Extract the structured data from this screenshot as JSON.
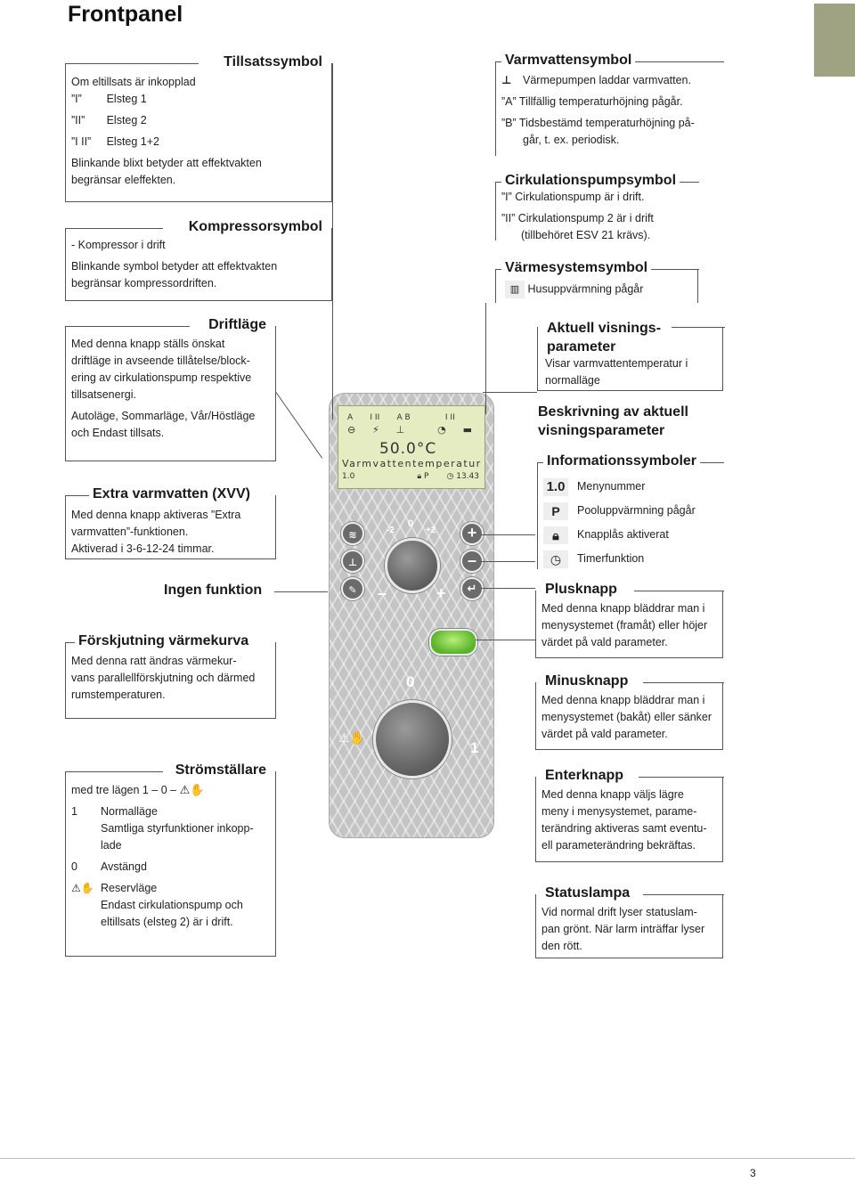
{
  "title": "Frontpanel",
  "page_number": "3",
  "tillsats": {
    "heading": "Tillsatssymbol",
    "lines": [
      "Om eltillsats är inkopplad",
      "”I”        Elsteg 1",
      "”II”       Elsteg 2",
      "”I II”     Elsteg 1+2",
      "Blinkande blixt betyder att effektvakten",
      "begränsar eleffekten."
    ]
  },
  "kompressor": {
    "heading": "Kompressorsymbol",
    "lines": [
      "- Kompressor i drift",
      "Blinkande symbol betyder att effektvakten",
      "begränsar kompressordriften."
    ]
  },
  "driftlage": {
    "heading": "Driftläge",
    "lines": [
      "Med denna knapp ställs önskat",
      "driftläge in avseende tillåtelse/block-",
      "ering av cirkulationspump respektive",
      "tillsatsenergi.",
      "Autoläge, Sommarläge, Vår/Höstläge",
      "och Endast tillsats."
    ]
  },
  "xvv": {
    "heading": "Extra varmvatten (XVV)",
    "lines": [
      "Med denna knapp aktiveras ”Extra",
      "varmvatten”-funktionen.",
      "Aktiverad i 3-6-12-24 timmar."
    ]
  },
  "ingen": {
    "heading": "Ingen funktion"
  },
  "forskjutning": {
    "heading": "Förskjutning värmekurva",
    "lines": [
      "Med denna ratt ändras värmekur-",
      "vans parallellförskjutning och därmed",
      "rumstemperaturen."
    ]
  },
  "stromstallare": {
    "heading": "Strömställare",
    "intro": "med tre lägen 1 – 0 –",
    "items": [
      {
        "key": "1",
        "text": "Normalläge"
      },
      {
        "key": "",
        "text": "Samtliga styrfunktioner inkopp-"
      },
      {
        "key": "",
        "text": "lade"
      },
      {
        "key": "0",
        "text": "Avstängd"
      },
      {
        "key": "",
        "text": "Reservläge"
      },
      {
        "key": "",
        "text": "Endast cirkulationspump och"
      },
      {
        "key": "",
        "text": "eltillsats (elsteg 2) är i drift."
      }
    ]
  },
  "varmvatten": {
    "heading": "Varmvattensymbol",
    "lines": [
      "Värmepumpen laddar varmvatten.",
      "”A” Tillfällig temperaturhöjning pågår.",
      "”B” Tidsbestämd temperaturhöjning på-",
      "går, t. ex. periodisk."
    ]
  },
  "cirkulation": {
    "heading": "Cirkulationspumpsymbol",
    "lines": [
      "”I” Cirkulationspump är i drift.",
      "”II” Cirkulationspump 2 är i drift",
      "(tillbehöret ESV 21 krävs)."
    ]
  },
  "varmesystem": {
    "heading": "Värmesystemsymbol",
    "line": "Husuppvärmning pågår"
  },
  "aktuell": {
    "heading1": "Aktuell visnings-",
    "heading2": "parameter",
    "lines": [
      "Visar varmvattentemperatur i",
      "normalläge"
    ]
  },
  "beskrivning": {
    "heading1": "Beskrivning av aktuell",
    "heading2": "visningsparameter"
  },
  "info": {
    "heading": "Informationssymboler",
    "items": [
      {
        "icon": "1.0",
        "text": "Menynummer"
      },
      {
        "icon": "P",
        "text": "Pooluppvärmning pågår"
      },
      {
        "icon": "lock",
        "text": "Knapplås aktiverat"
      },
      {
        "icon": "clock",
        "text": "Timerfunktion"
      }
    ]
  },
  "plus": {
    "heading": "Plusknapp",
    "lines": [
      "Med denna knapp bläddrar man i",
      "menysystemet (framåt) eller höjer",
      "värdet på vald parameter."
    ]
  },
  "minus": {
    "heading": "Minusknapp",
    "lines": [
      "Med denna knapp bläddrar man i",
      "menysystemet (bakåt) eller sänker",
      "värdet på vald parameter."
    ]
  },
  "enter": {
    "heading": "Enterknapp",
    "lines": [
      "Med denna knapp väljs lägre",
      "meny i menysystemet, parame-",
      "terändring aktiveras samt eventu-",
      "ell parameterändring bekräftas."
    ]
  },
  "status": {
    "heading": "Statuslampa",
    "lines": [
      "Vid normal drift lyser statuslam-",
      "pan grönt. När larm inträffar lyser",
      "den rött."
    ]
  },
  "lcd": {
    "top": [
      "A",
      "I II",
      "A B",
      "I II"
    ],
    "temp": "50.0°C",
    "label": "Varmvattentemperatur",
    "menu": "1.0",
    "pool": "P",
    "time": "13.43"
  },
  "knob": {
    "minus2": "-2",
    "zero": "0",
    "plus2": "+2",
    "minus": "–",
    "plus": "+"
  },
  "switch": {
    "zero": "0",
    "one": "1"
  }
}
